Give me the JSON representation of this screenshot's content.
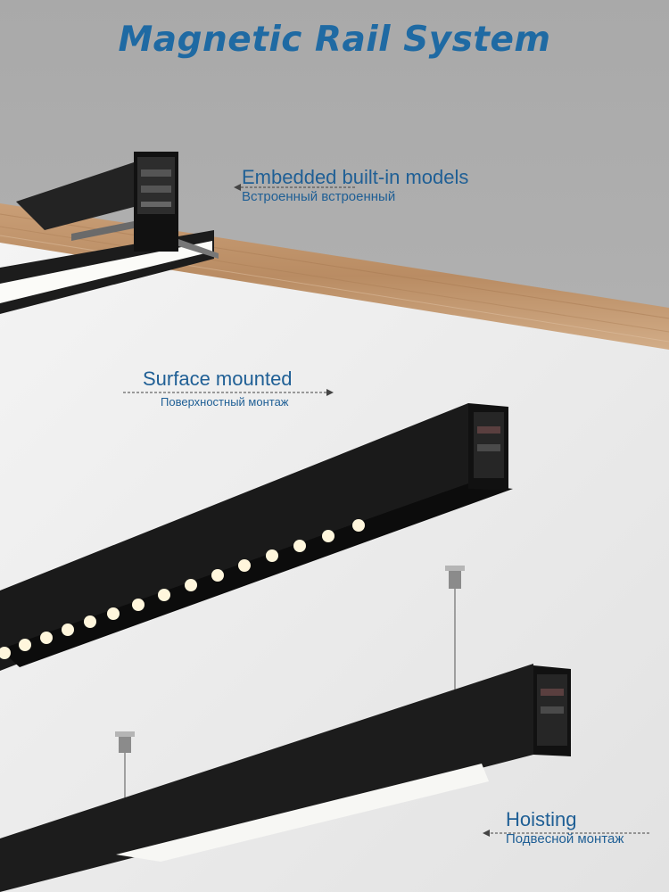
{
  "title": "Magnetic Rail System",
  "labels": {
    "embedded": {
      "en": "Embedded built-in models",
      "ru": "Встроенный встроенный"
    },
    "surface": {
      "en": "Surface mounted",
      "ru": "Поверхностный монтаж"
    },
    "hoisting": {
      "en": "Hoisting",
      "ru": "Подвесной монтаж"
    }
  },
  "colors": {
    "title": "#1f6aa3",
    "label": "#1f5f95",
    "ceiling": "#b3b3b3",
    "wall": "#ececec",
    "wood": "#c99e76",
    "rail": "#1c1c1c",
    "led": "#fff6dc"
  }
}
